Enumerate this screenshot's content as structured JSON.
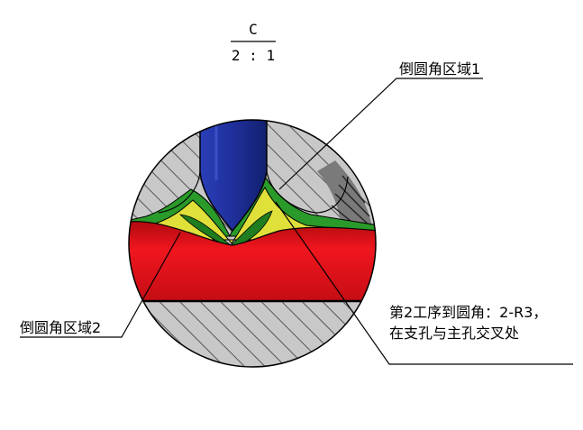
{
  "view": {
    "letter": "C",
    "scale": "2 : 1"
  },
  "labels": {
    "region1": "倒圆角区域1",
    "region2": "倒圆角区域2",
    "note_line1": "第2工序到圆角：2-R3，",
    "note_line2": "在支孔与主孔交叉处"
  },
  "colors": {
    "metal": "#c8c8c8",
    "hatch": "#555555",
    "branch_hole": "#2233a0",
    "main_hole": "#e8141c",
    "fillet_green": "#2a9a2a",
    "fillet_yellow": "#e0e03a",
    "outline": "#000000"
  }
}
